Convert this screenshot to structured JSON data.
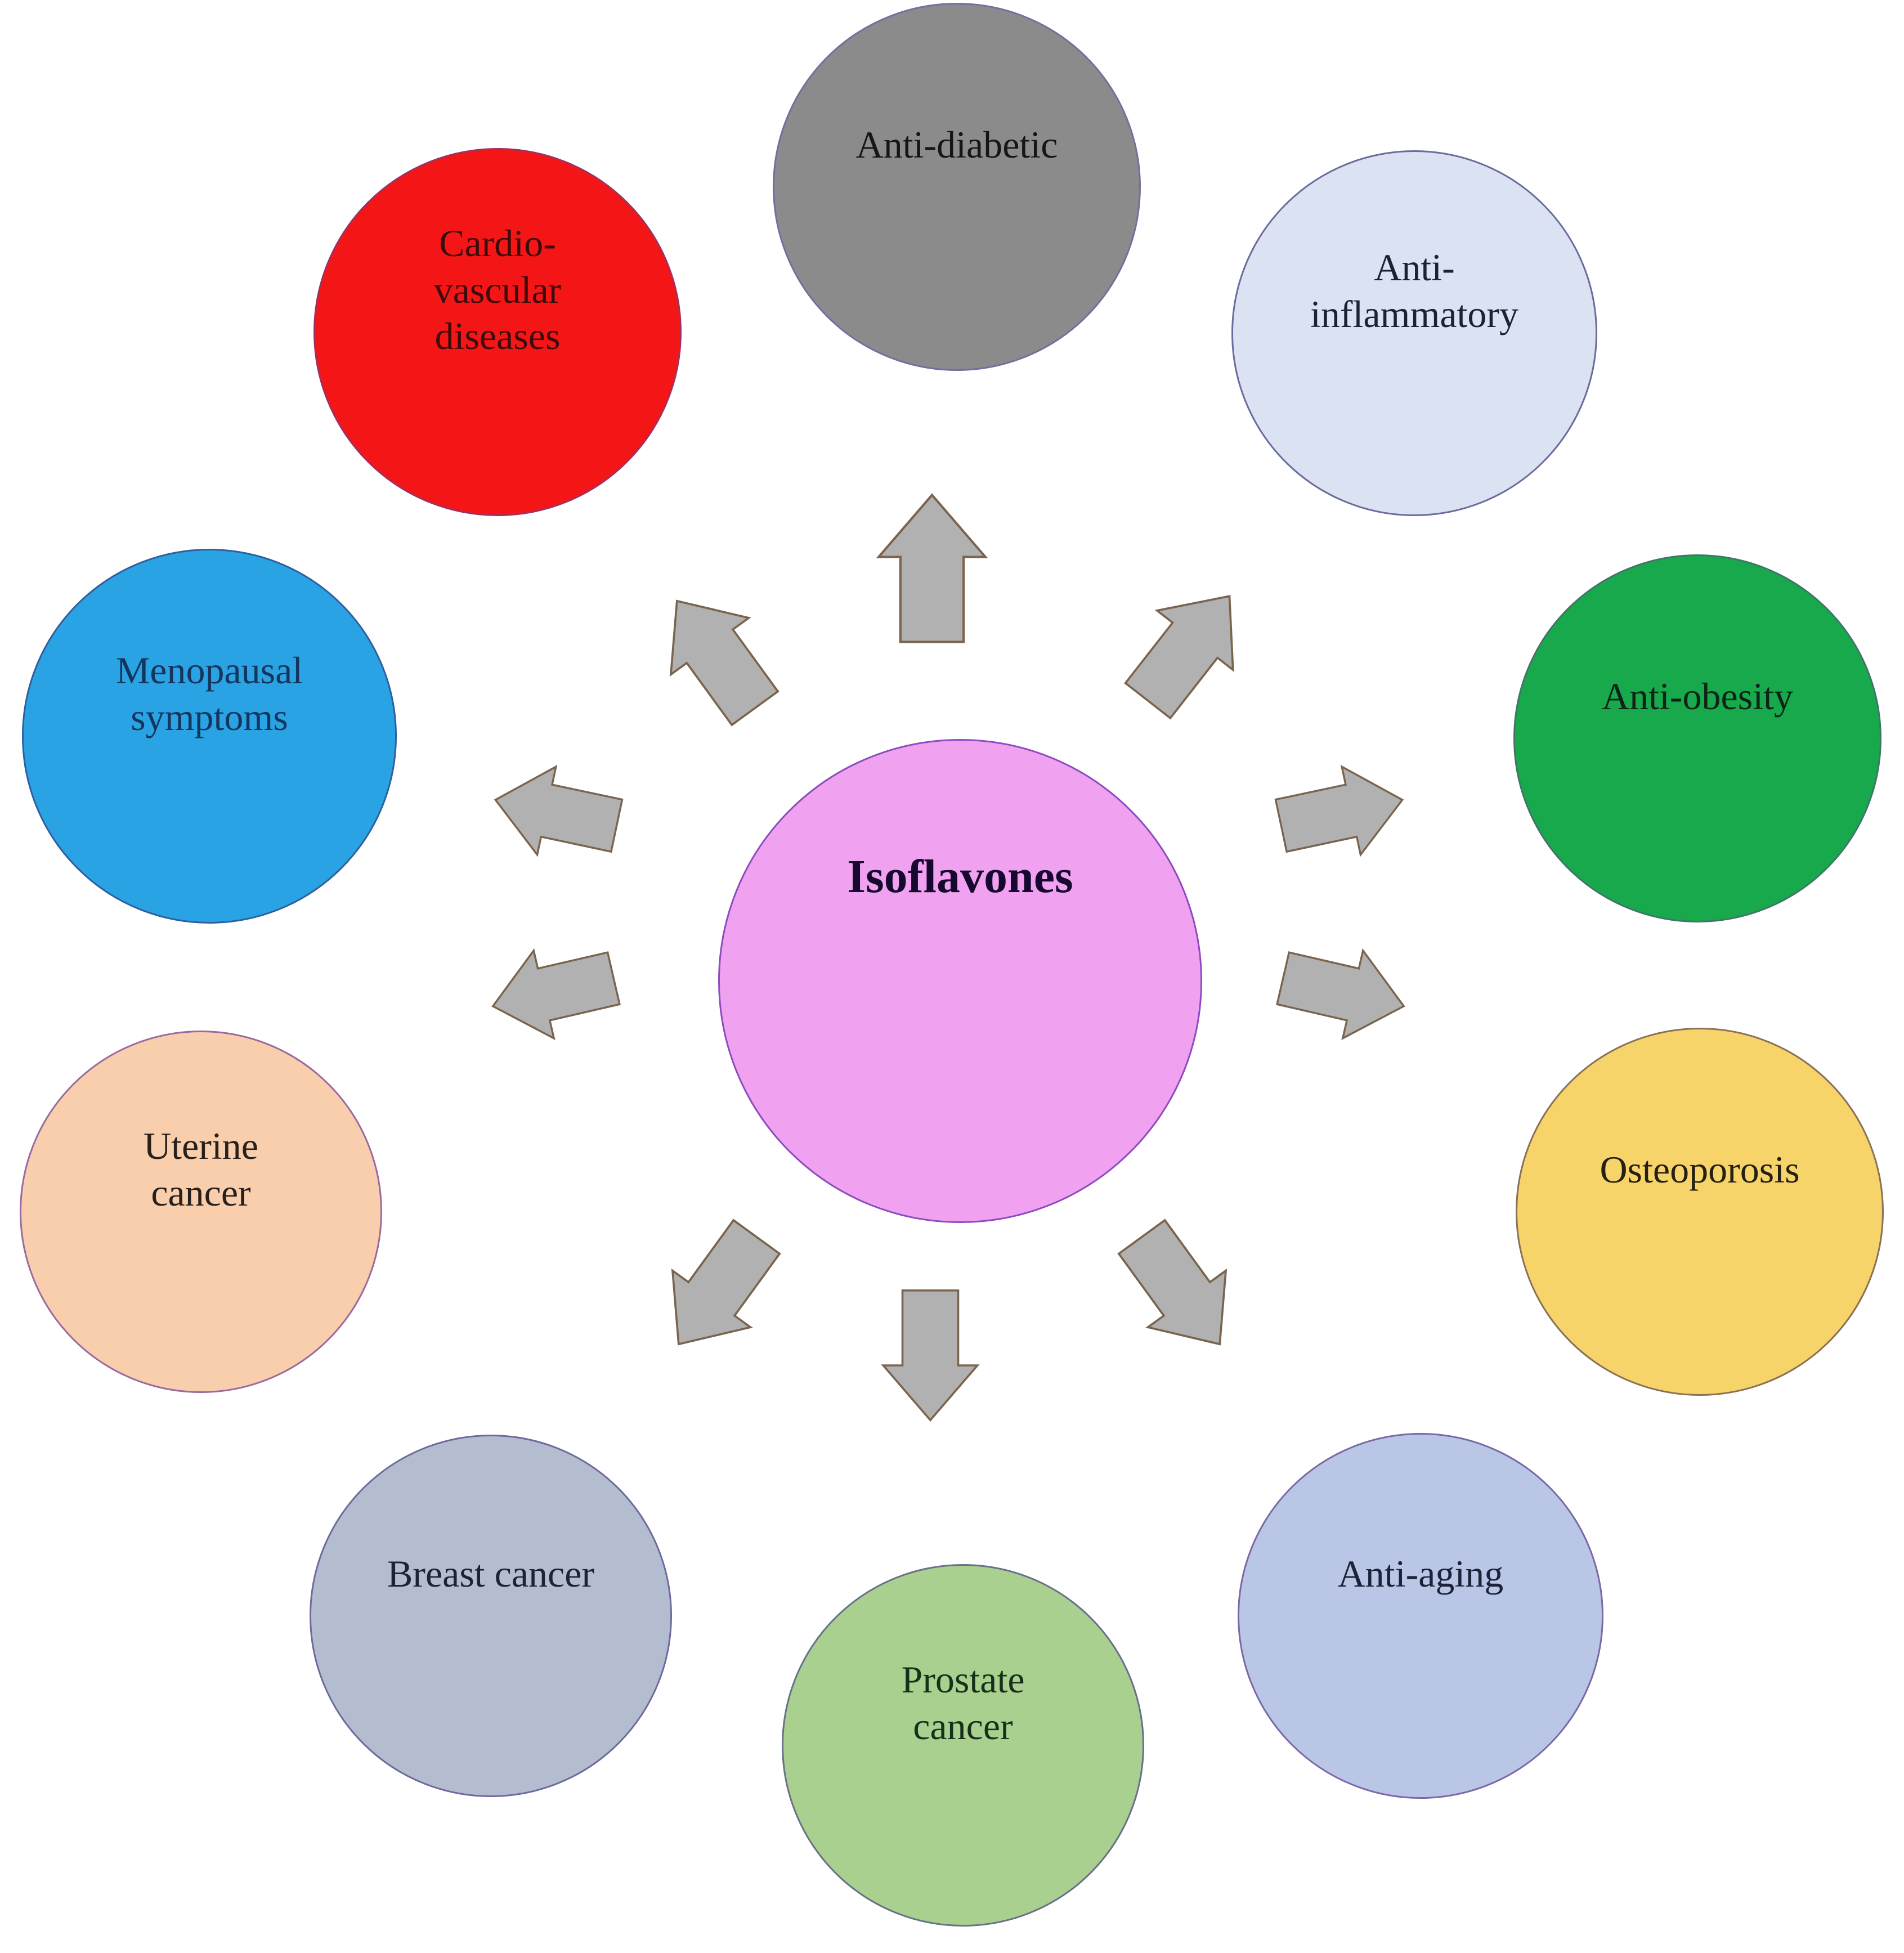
{
  "center": {
    "label": "Isoflavones",
    "fill": "#f0a2f0",
    "border": "#8c4bbf",
    "text_color": "#16082e"
  },
  "satellites": [
    {
      "id": "anti-diabetic",
      "label": "Anti-diabetic",
      "fill": "#8b8b8b",
      "border": "#7a6aa0",
      "text_color": "#161616"
    },
    {
      "id": "anti-inflammatory",
      "label": "Anti-\ninflammatory",
      "fill": "#dbe3f2",
      "border": "#6b6b9e",
      "text_color": "#1b2233"
    },
    {
      "id": "anti-obesity",
      "label": "Anti-obesity",
      "fill": "#17a94c",
      "border": "#42746a",
      "text_color": "#0e2416"
    },
    {
      "id": "osteoporosis",
      "label": "Osteoporosis",
      "fill": "#f7d469",
      "border": "#8a7055",
      "text_color": "#262014"
    },
    {
      "id": "anti-aging",
      "label": "Anti-aging",
      "fill": "#b9c6e5",
      "border": "#7a68a8",
      "text_color": "#1c2338"
    },
    {
      "id": "prostate-cancer",
      "label": "Prostate\ncancer",
      "fill": "#a9d08e",
      "border": "#68708a",
      "text_color": "#17301c"
    },
    {
      "id": "breast-cancer",
      "label": "Breast cancer",
      "fill": "#b4bdcf",
      "border": "#6f6a9e",
      "text_color": "#1b2433"
    },
    {
      "id": "uterine-cancer",
      "label": "Uterine\ncancer",
      "fill": "#f8ceac",
      "border": "#9a6aa0",
      "text_color": "#27201c"
    },
    {
      "id": "menopausal-symptoms",
      "label": "Menopausal\nsymptoms",
      "fill": "#29a3e3",
      "border": "#2e5f9e",
      "text_color": "#14365e"
    },
    {
      "id": "cardiovascular-diseases",
      "label": "Cardio-\nvascular\ndiseases",
      "fill": "#f41616",
      "border": "#a03060",
      "text_color": "#3c0b0b"
    }
  ],
  "arrow": {
    "fill": "#b1b1b1",
    "stroke": "#7a644d"
  }
}
